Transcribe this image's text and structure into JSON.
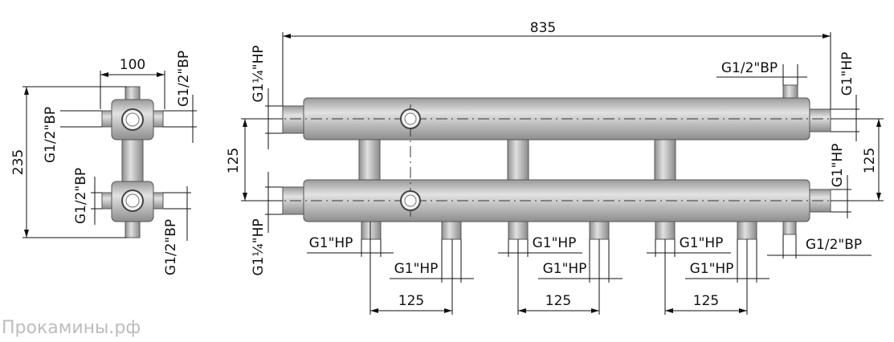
{
  "dimensions": {
    "total_length": "835",
    "side_width": "100",
    "side_height": "235",
    "pitch_vertical": "125",
    "pitch_vertical_right": "125",
    "pitch_horizontal_1": "125",
    "pitch_horizontal_2": "125",
    "pitch_horizontal_3": "125"
  },
  "threads": {
    "side_top_right": "G1/2\"ВР",
    "side_left_upper": "G1/2\"ВР",
    "side_left_lower": "G1/2\"ВР",
    "side_bottom_right": "G1/2\"ВР",
    "front_top_left": "G1¼\"НР",
    "front_bottom_left": "G1¼\"НР",
    "front_top_vent": "G1/2\"ВР",
    "front_right_top": "G1\"НР",
    "front_right_mid": "G1\"НР",
    "front_bottom_right": "G1/2\"ВР",
    "bottom_1": "G1\"НР",
    "bottom_2": "G1\"НР",
    "bottom_3": "G1\"НР",
    "bottom_4": "G1\"НР",
    "bottom_5": "G1\"НР",
    "bottom_6": "G1\"НР"
  },
  "watermark": "Прокамины.рф",
  "colors": {
    "metal_light": "#d4d4d4",
    "metal_mid": "#aeaeae",
    "metal_dark": "#7a7a7a",
    "line": "#111111"
  }
}
